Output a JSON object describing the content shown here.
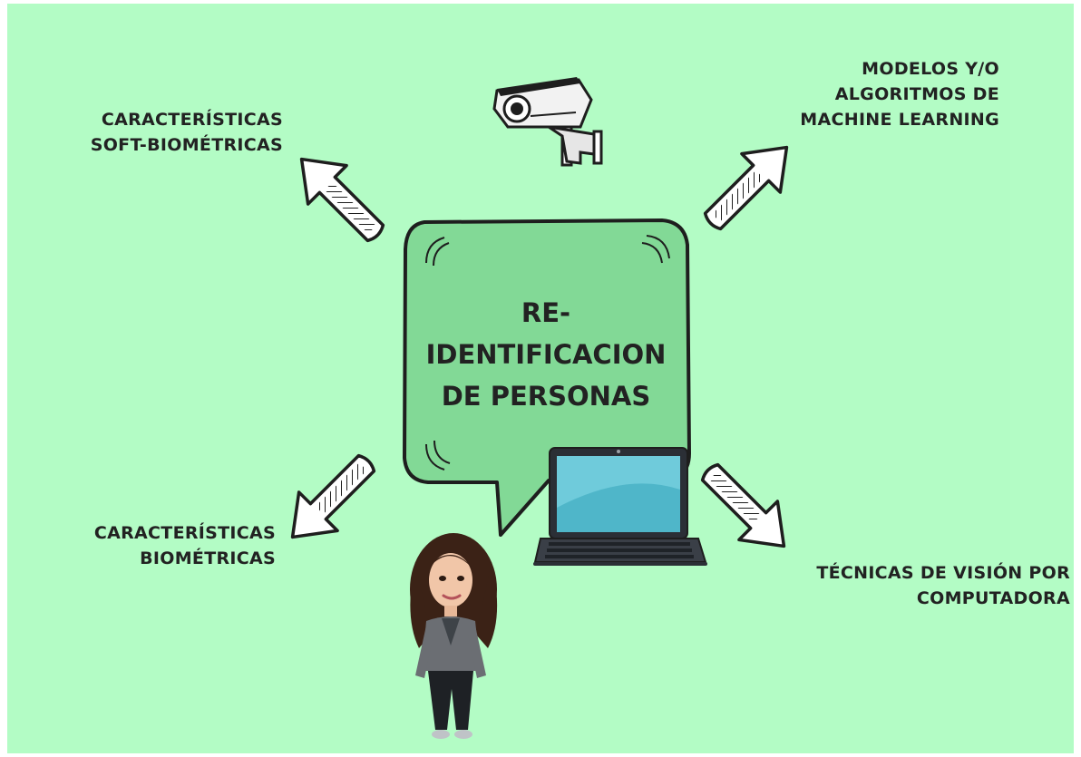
{
  "center": {
    "line1": "RE-",
    "line2": "IDENTIFICACION",
    "line3": "DE PERSONAS"
  },
  "topics": {
    "soft_biometric": [
      "CARACTERÍSTICAS",
      "SOFT-BIOMÉTRICAS"
    ],
    "ml_models": [
      "MODELOS Y/O",
      "ALGORITMOS DE",
      "MACHINE LEARNING"
    ],
    "biometric": [
      "CARACTERÍSTICAS",
      "BIOMÉTRICAS"
    ],
    "computer_vision": [
      "TÉCNICAS DE VISIÓN POR",
      "COMPUTADORA"
    ]
  },
  "icons": [
    "security-camera-icon",
    "laptop-icon",
    "avatar-woman-icon",
    "arrow-icon"
  ],
  "colors": {
    "background": "#b3fcc5",
    "bubble": "#82d996",
    "outline": "#1e1e1e",
    "laptop_screen": "#4fb6c9",
    "text": "#222222"
  }
}
